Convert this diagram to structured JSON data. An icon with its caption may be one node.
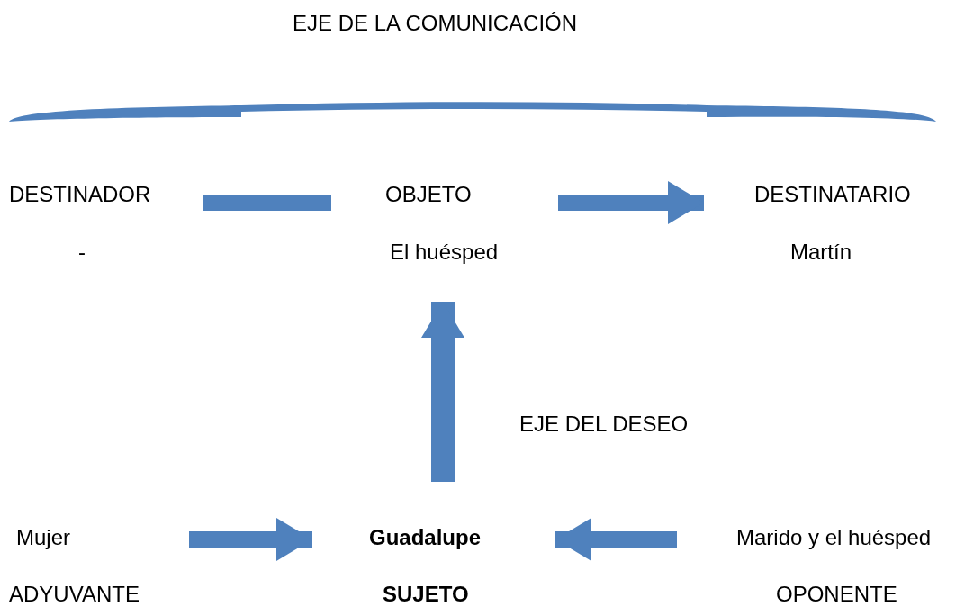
{
  "diagram": {
    "nodes": [
      {
        "text": [
          "DESTINADOR",
          "-"
        ]
      },
      {
        "text": [
          "OBJETO",
          "El huésped"
        ]
      },
      {
        "text": [
          "DESTINATARIO",
          "Martín"
        ]
      },
      {
        "text": [
          "Mujer",
          "ADYUVANTE"
        ]
      },
      {
        "text": [
          "Guadalupe",
          "SUJETO"
        ]
      },
      {
        "text": [
          "Marido y el huésped",
          "OPONENTE"
        ]
      }
    ],
    "edges": [
      {
        "from": 0,
        "to": 1,
        "arrow": "none"
      },
      {
        "from": 1,
        "to": 2,
        "arrow": "to"
      },
      {
        "from": 4,
        "to": 1,
        "arrow": "to"
      },
      {
        "from": 3,
        "to": 4,
        "arrow": "to"
      },
      {
        "from": 5,
        "to": 4,
        "arrow": "to"
      }
    ],
    "labels": [
      "EJE DE LA COMUNICACIÓN",
      "EJE DEL DESEO"
    ]
  }
}
